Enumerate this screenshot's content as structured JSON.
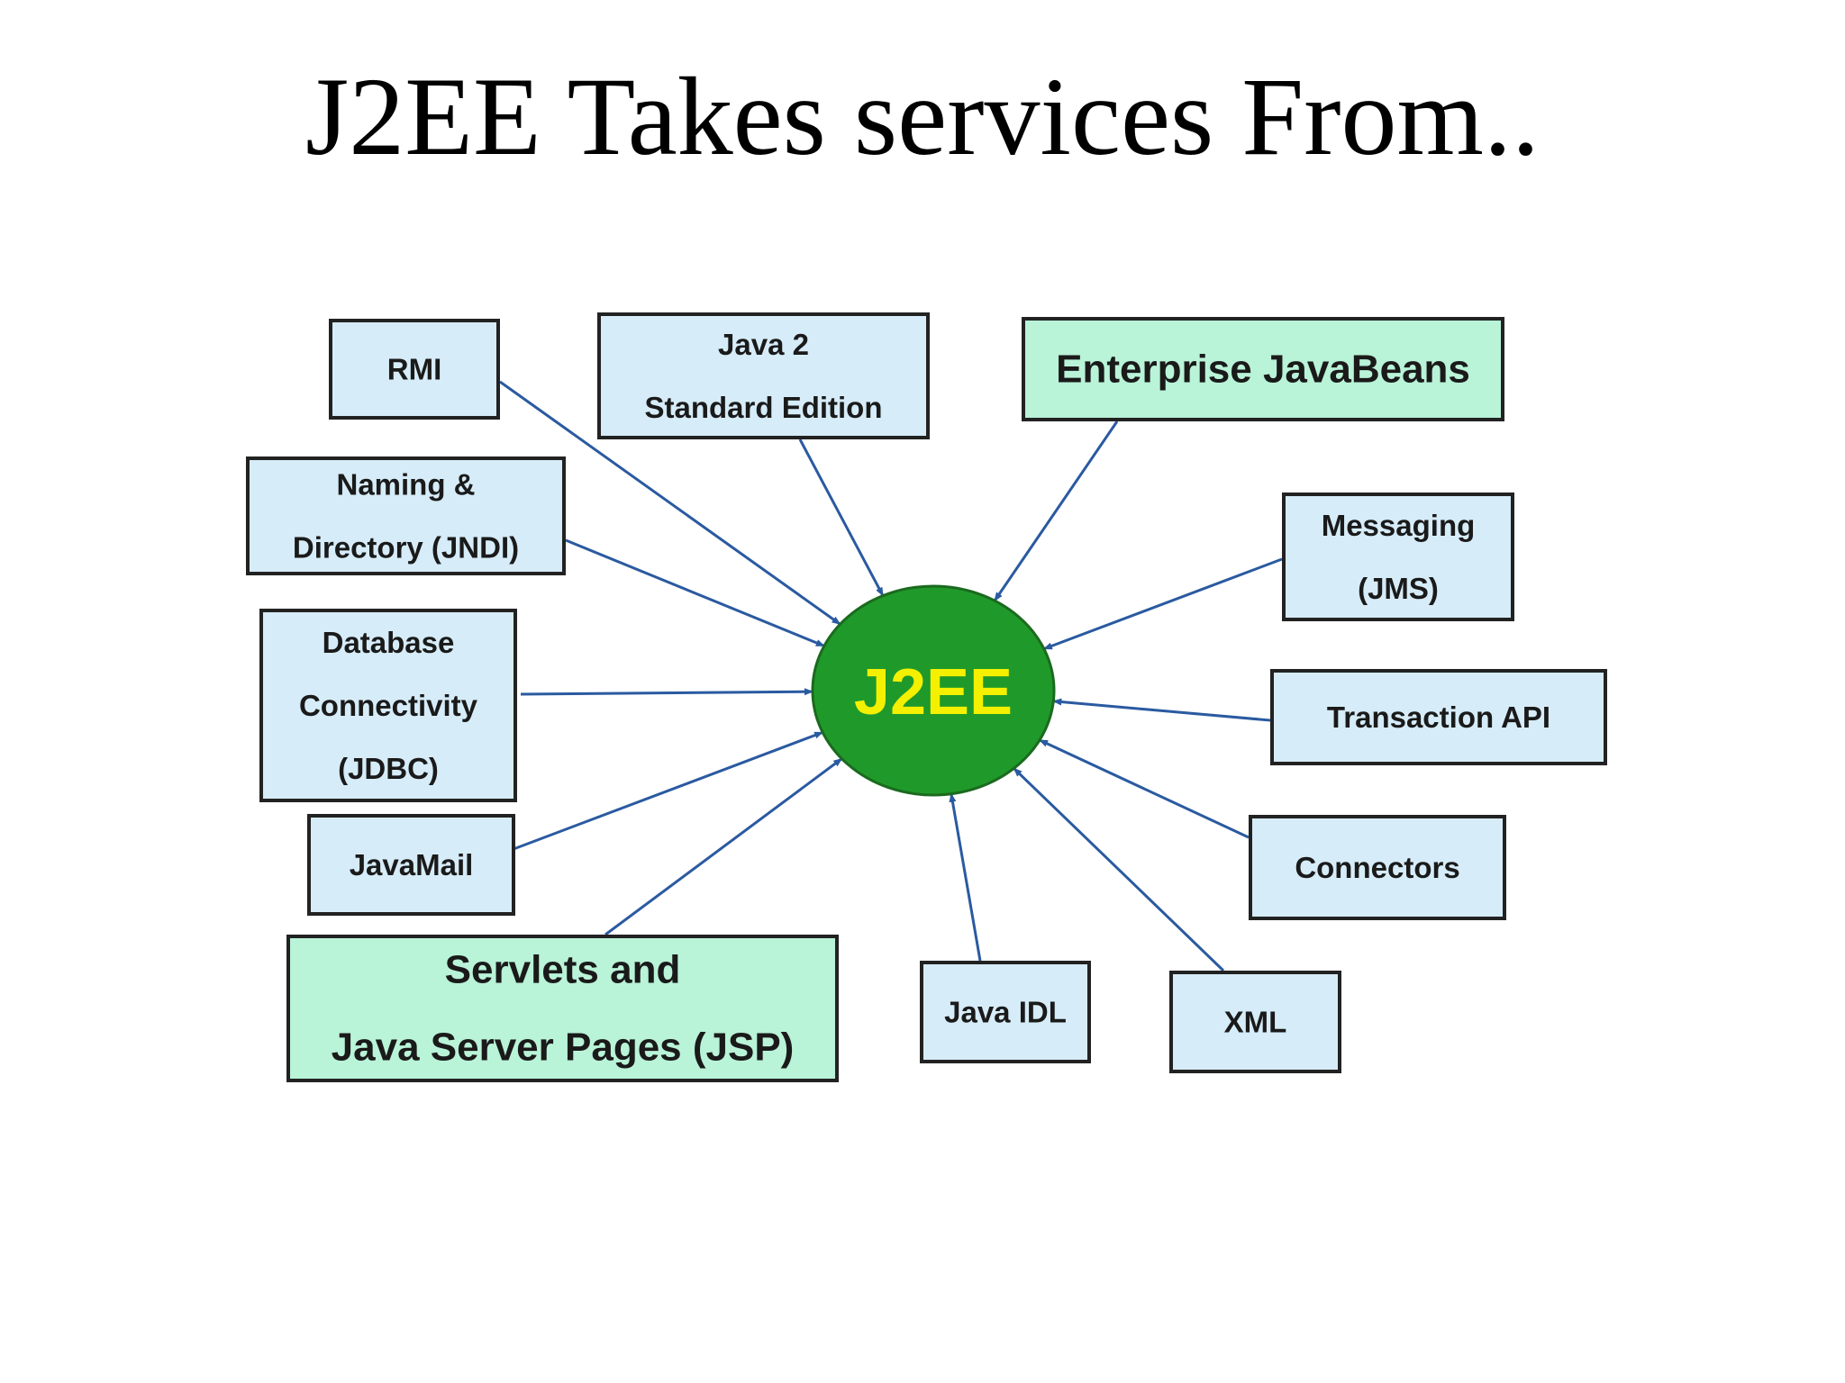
{
  "slide": {
    "title": "J2EE Takes services From.."
  },
  "colors": {
    "service_fill": "#d6ecf8",
    "highlight_fill": "#b9f3d8",
    "box_stroke": "#222222",
    "arrow": "#2a5aa0",
    "hub_fill": "#1f9a2a",
    "hub_stroke": "#1b6a1f",
    "hub_text": "#f4f000"
  },
  "hub": {
    "label": "J2EE"
  },
  "services": [
    {
      "id": "rmi",
      "lines": [
        "RMI"
      ],
      "highlight": false
    },
    {
      "id": "java2-se",
      "lines": [
        "Java 2",
        "Standard Edition"
      ],
      "highlight": false
    },
    {
      "id": "ejb",
      "lines": [
        "Enterprise JavaBeans"
      ],
      "highlight": true
    },
    {
      "id": "jndi",
      "lines": [
        "Naming &",
        "Directory (JNDI)"
      ],
      "highlight": false
    },
    {
      "id": "jms",
      "lines": [
        "Messaging",
        "(JMS)"
      ],
      "highlight": false
    },
    {
      "id": "jdbc",
      "lines": [
        "Database",
        "Connectivity",
        "(JDBC)"
      ],
      "highlight": false
    },
    {
      "id": "transaction-api",
      "lines": [
        "Transaction API"
      ],
      "highlight": false
    },
    {
      "id": "javamail",
      "lines": [
        "JavaMail"
      ],
      "highlight": false
    },
    {
      "id": "connectors",
      "lines": [
        "Connectors"
      ],
      "highlight": false
    },
    {
      "id": "servlets-jsp",
      "lines": [
        "Servlets and",
        "Java Server Pages (JSP)"
      ],
      "highlight": true
    },
    {
      "id": "java-idl",
      "lines": [
        "Java IDL"
      ],
      "highlight": false
    },
    {
      "id": "xml",
      "lines": [
        "XML"
      ],
      "highlight": false
    }
  ]
}
